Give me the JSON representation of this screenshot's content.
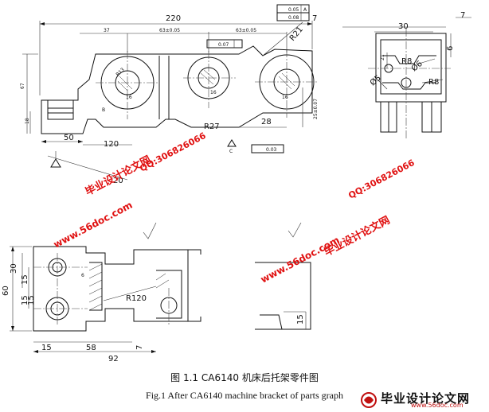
{
  "captions": {
    "chinese": "图 1.1  CA6140 机床后托架零件图",
    "english": "Fig.1 After CA6140 machine bracket of parts graph"
  },
  "front_view_dims": {
    "d220": "220",
    "d37": "37",
    "d63a": "63±0.05",
    "d63b": "63±0.05",
    "dR21": "R21",
    "d7": "7",
    "d67": "67",
    "d18": "18",
    "d50": "50",
    "d120": "120",
    "d20": "20",
    "dR27": "R27",
    "d28": "28",
    "d25": "25±0.07",
    "dR13": "R13",
    "d16a": "16",
    "d16b": "16",
    "d16c": "16"
  },
  "front_view_tolerances": {
    "frame1": "0.05",
    "frame2": "0.08",
    "frame3": "0.07",
    "flatness": "0.03"
  },
  "front_view_datums": {
    "datum_a": "A",
    "datum_b": "B",
    "datum_c": "C"
  },
  "side_view_dims": {
    "d7": "7",
    "d30": "30",
    "d6": "6",
    "dR8a": "R8",
    "dR8b": "R8",
    "dphi5": "Ø5",
    "dphi6": "Ø6",
    "d21": "21"
  },
  "top_view_dims": {
    "d30": "30",
    "d60": "60",
    "d15a": "15",
    "d15b": "15",
    "d15c": "15",
    "dR120": "R120",
    "d15d": "15",
    "d58": "58",
    "d92": "92",
    "d7": "7",
    "d15e": "15",
    "d6": "6"
  },
  "watermarks": {
    "site_cn": "毕业设计论文网",
    "qq": "QQ:306826066",
    "url": "www.56doc.com"
  },
  "logo": {
    "text": "毕业设计论文网",
    "url": "www.56doc.com"
  }
}
